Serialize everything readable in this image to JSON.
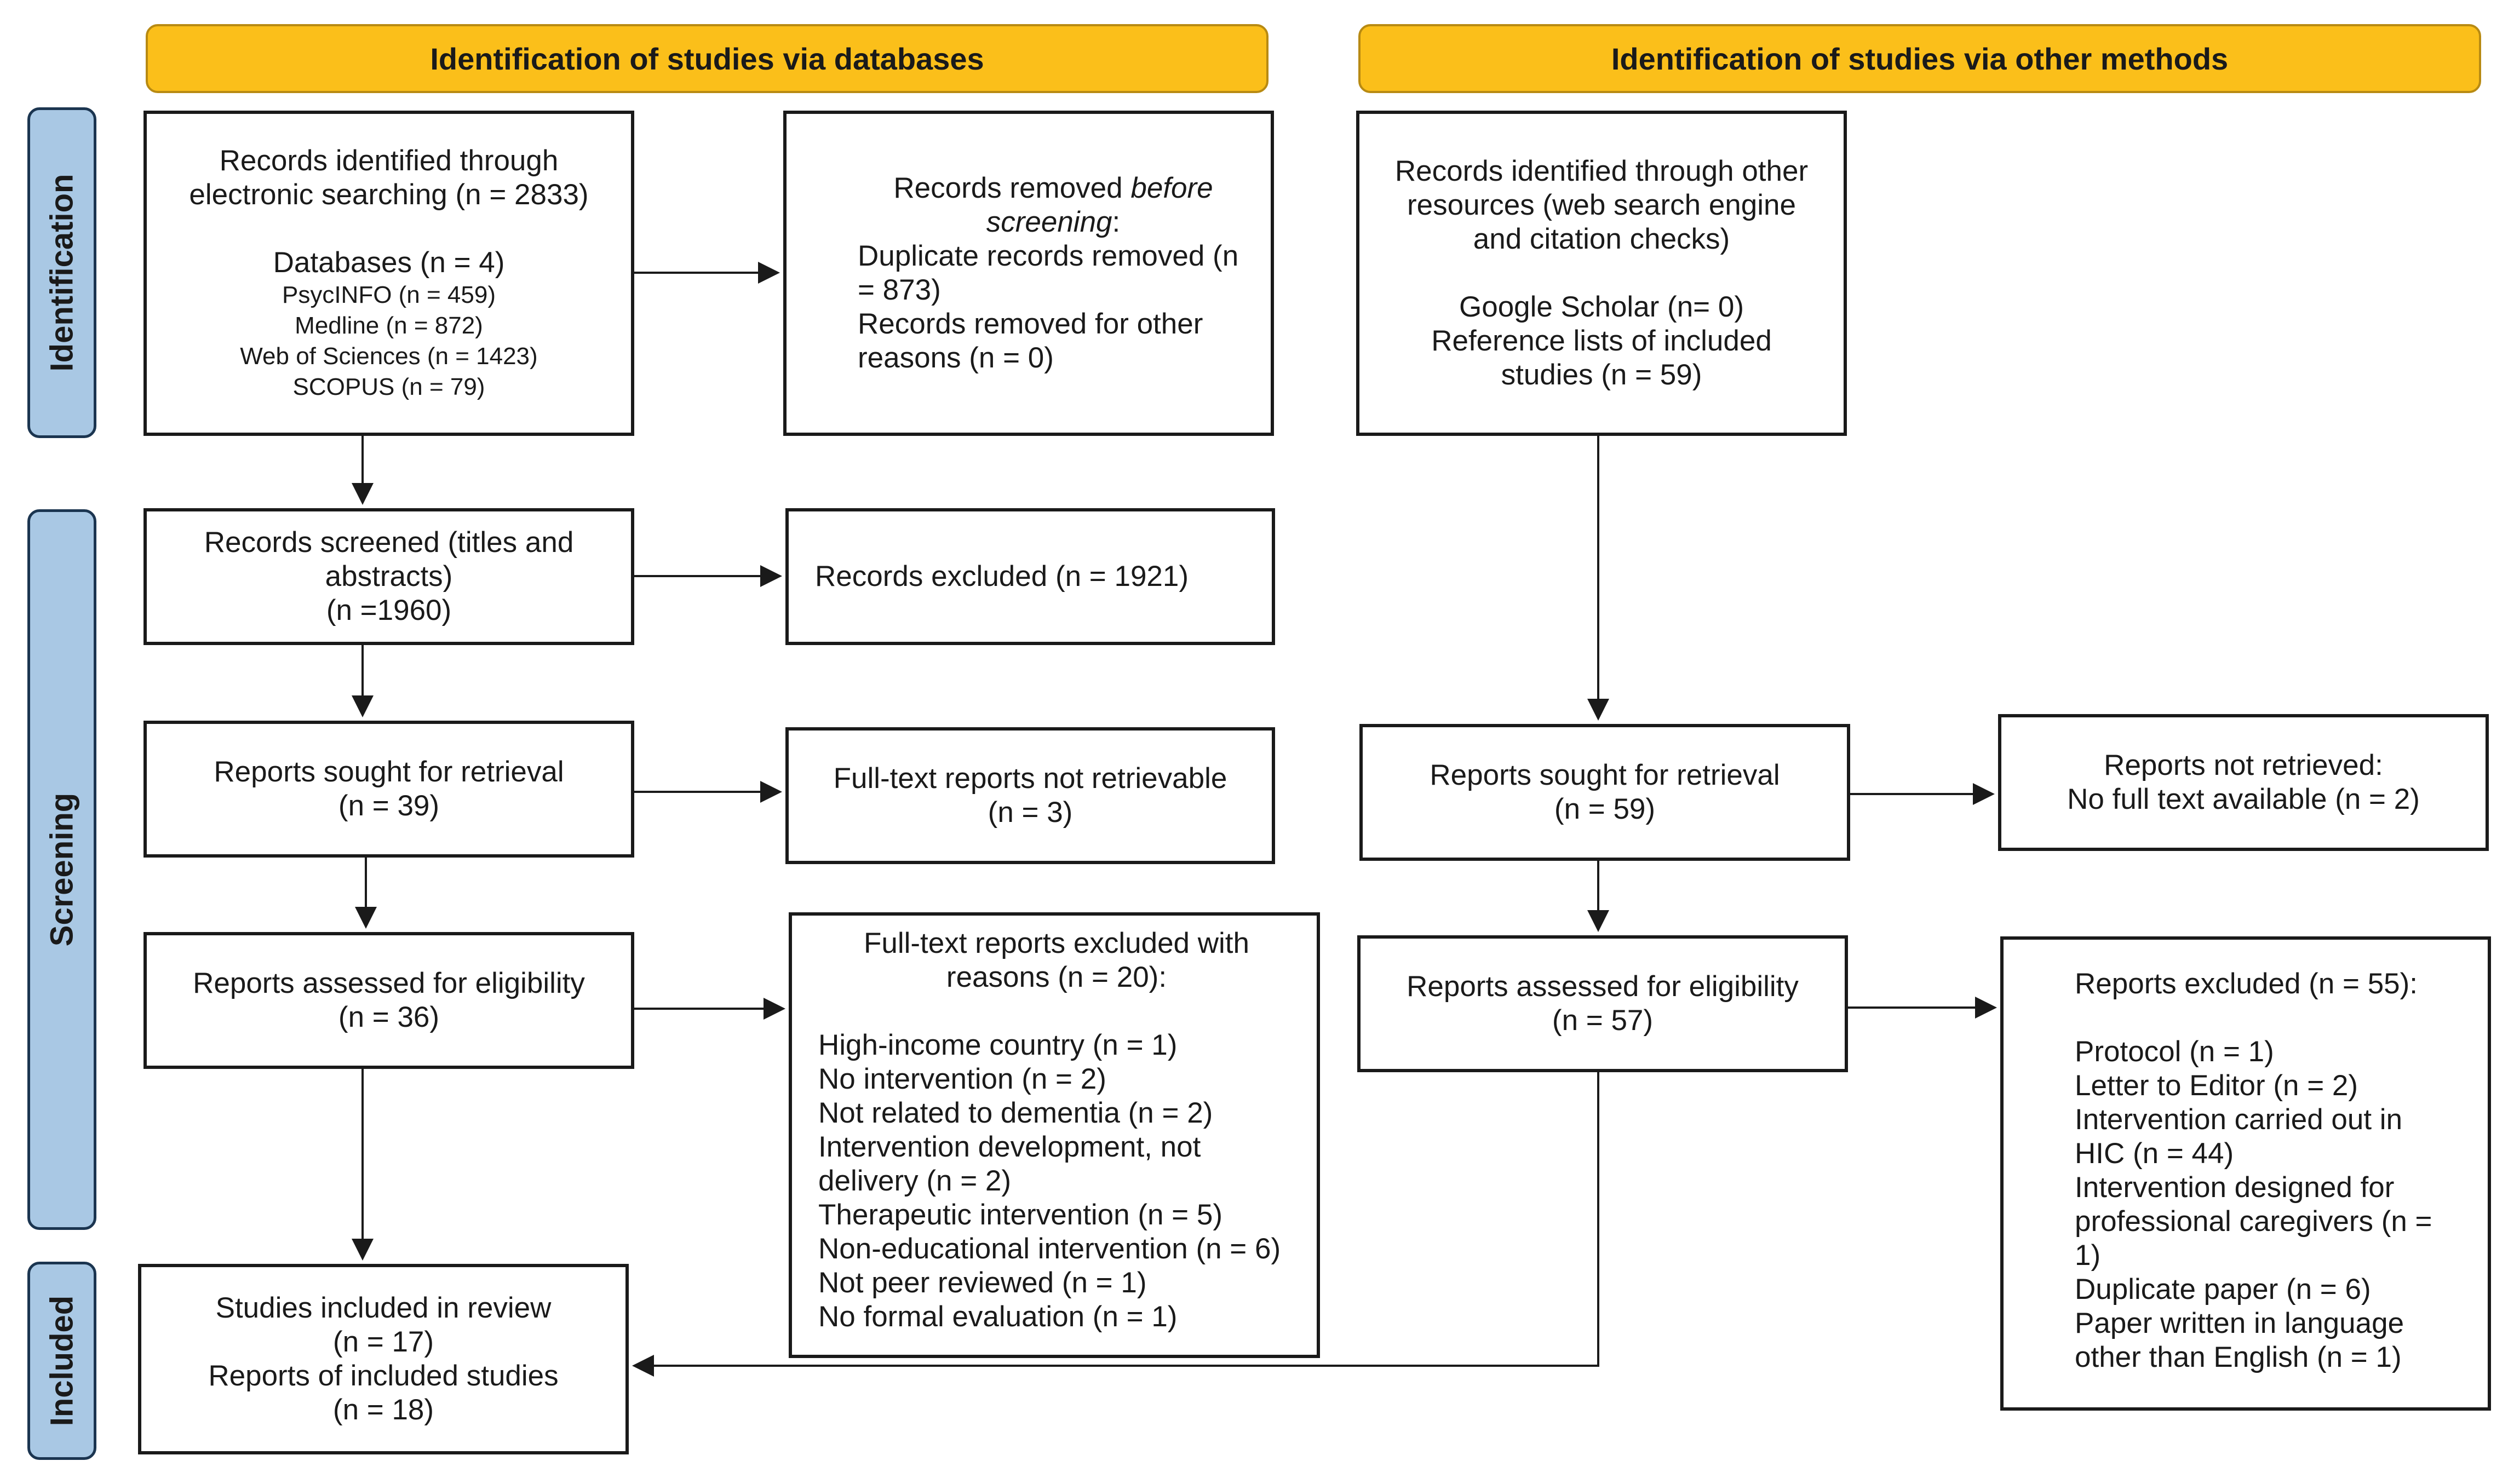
{
  "banners": {
    "databases": "Identification of studies via databases",
    "other_methods": "Identification of studies via other methods"
  },
  "phases": {
    "identification": "Identification",
    "screening": "Screening",
    "included": "Included"
  },
  "databases_column": {
    "records_identified": {
      "line1": "Records identified through",
      "line2": "electronic searching (n = 2833)",
      "databases": "Databases (n = 4)",
      "sources": [
        "PsycINFO (n = 459)",
        "Medline (n = 872)",
        "Web of Sciences (n = 1423)",
        "SCOPUS (n = 79)"
      ]
    },
    "records_removed": {
      "line1_a": "Records removed ",
      "line1_b": "before",
      "line2_a": "screening",
      "line2_b": ":",
      "lines": [
        "Duplicate records removed (n",
        "= 873)",
        "Records removed for other",
        "reasons (n = 0)"
      ]
    },
    "records_screened": [
      "Records screened (titles and",
      "abstracts)",
      "(n =1960)"
    ],
    "records_excluded": "Records excluded (n = 1921)",
    "reports_sought": [
      "Reports sought for retrieval",
      "(n = 39)"
    ],
    "not_retrievable": [
      "Full-text reports not retrievable",
      "(n = 3)"
    ],
    "assessed": [
      "Reports assessed for eligibility",
      "(n = 36)"
    ],
    "fulltext_excluded": {
      "header": [
        "Full-text reports excluded with",
        "reasons (n = 20):"
      ],
      "reasons": [
        "High-income country (n = 1)",
        "No intervention (n = 2)",
        "Not related to dementia (n = 2)",
        "Intervention development, not",
        "delivery (n = 2)",
        "Therapeutic intervention (n = 5)",
        "Non-educational intervention (n = 6)",
        "Not peer reviewed (n = 1)",
        "No formal evaluation (n = 1)"
      ]
    },
    "included": [
      "Studies included in review",
      "(n = 17)",
      "Reports of included studies",
      "(n = 18)"
    ]
  },
  "other_column": {
    "records_identified": {
      "lines": [
        "Records identified through other",
        "resources (web search engine",
        "and citation checks)"
      ],
      "sources": [
        "Google Scholar (n= 0)",
        "Reference lists of included",
        "studies (n = 59)"
      ]
    },
    "reports_sought": [
      "Reports sought for retrieval",
      "(n = 59)"
    ],
    "not_retrieved": [
      "Reports not retrieved:",
      "No full text available (n = 2)"
    ],
    "assessed": [
      "Reports assessed for eligibility",
      "(n = 57)"
    ],
    "excluded": {
      "header": "Reports excluded (n = 55):",
      "reasons": [
        "Protocol (n = 1)",
        "Letter to Editor (n = 2)",
        "Intervention carried out in",
        "HIC (n = 44)",
        "Intervention designed for",
        "professional caregivers (n =",
        "1)",
        "Duplicate paper (n = 6)",
        "Paper written in language",
        "other than English (n = 1)"
      ]
    }
  }
}
